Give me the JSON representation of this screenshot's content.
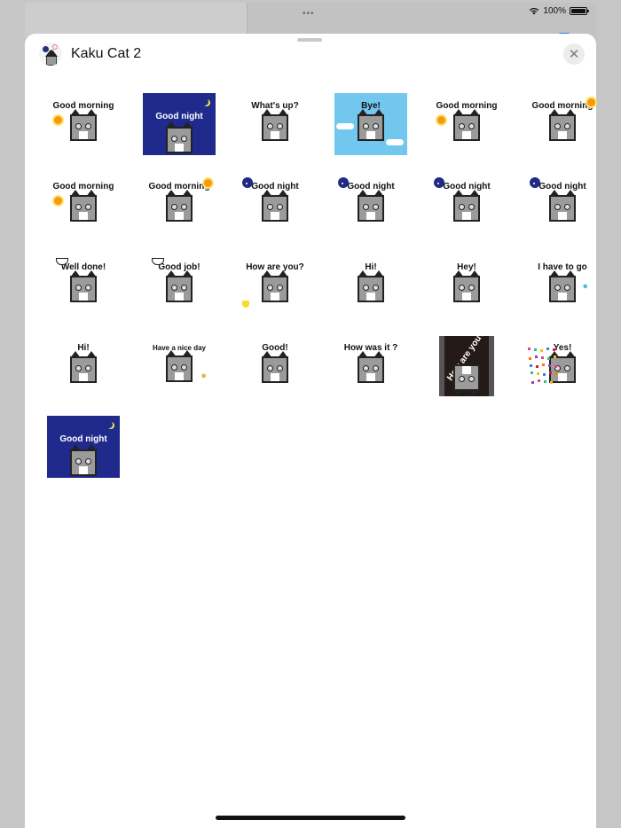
{
  "status_bar": {
    "dots": "•••",
    "battery_percent": "100%"
  },
  "sheet": {
    "title": "Kaku Cat 2",
    "close_label": "✕"
  },
  "stickers": [
    {
      "caption": "Good morning",
      "style": "plain",
      "decor": "sun"
    },
    {
      "caption": "Good night",
      "style": "night",
      "decor": "moon"
    },
    {
      "caption": "What's up?",
      "style": "plain",
      "decor": ""
    },
    {
      "caption": "Bye!",
      "style": "sky",
      "decor": "clouds"
    },
    {
      "caption": "Good morning",
      "style": "plain",
      "decor": "sun"
    },
    {
      "caption": "Good morning",
      "style": "plain",
      "decor": "sun"
    },
    {
      "caption": "Good morning",
      "style": "plain",
      "decor": "sun"
    },
    {
      "caption": "Good morning",
      "style": "plain",
      "decor": "sun"
    },
    {
      "caption": "Good night",
      "style": "plain",
      "decor": "night-badge"
    },
    {
      "caption": "Good night",
      "style": "plain",
      "decor": "night-badge"
    },
    {
      "caption": "Good night",
      "style": "plain",
      "decor": "night-badge"
    },
    {
      "caption": "Good night",
      "style": "plain",
      "decor": "night-badge"
    },
    {
      "caption": "Well done!",
      "style": "plain",
      "decor": "cup"
    },
    {
      "caption": "Good job!",
      "style": "plain",
      "decor": "cup"
    },
    {
      "caption": "How are you?",
      "style": "plain",
      "decor": "tulip"
    },
    {
      "caption": "Hi!",
      "style": "plain",
      "decor": ""
    },
    {
      "caption": "Hey!",
      "style": "plain",
      "decor": ""
    },
    {
      "caption": "I have to go",
      "style": "plain",
      "decor": "paw-blue"
    },
    {
      "caption": "Hi!",
      "style": "plain",
      "decor": ""
    },
    {
      "caption": "Have a nice day",
      "style": "plain",
      "decor": "paw-orange"
    },
    {
      "caption": "Good!",
      "style": "plain",
      "decor": ""
    },
    {
      "caption": "How was it ?",
      "style": "plain",
      "decor": ""
    },
    {
      "caption": "How are you?",
      "style": "dark",
      "decor": ""
    },
    {
      "caption": "Yes!",
      "style": "plain",
      "decor": "confetti"
    },
    {
      "caption": "Good night",
      "style": "night",
      "decor": "moon"
    }
  ]
}
